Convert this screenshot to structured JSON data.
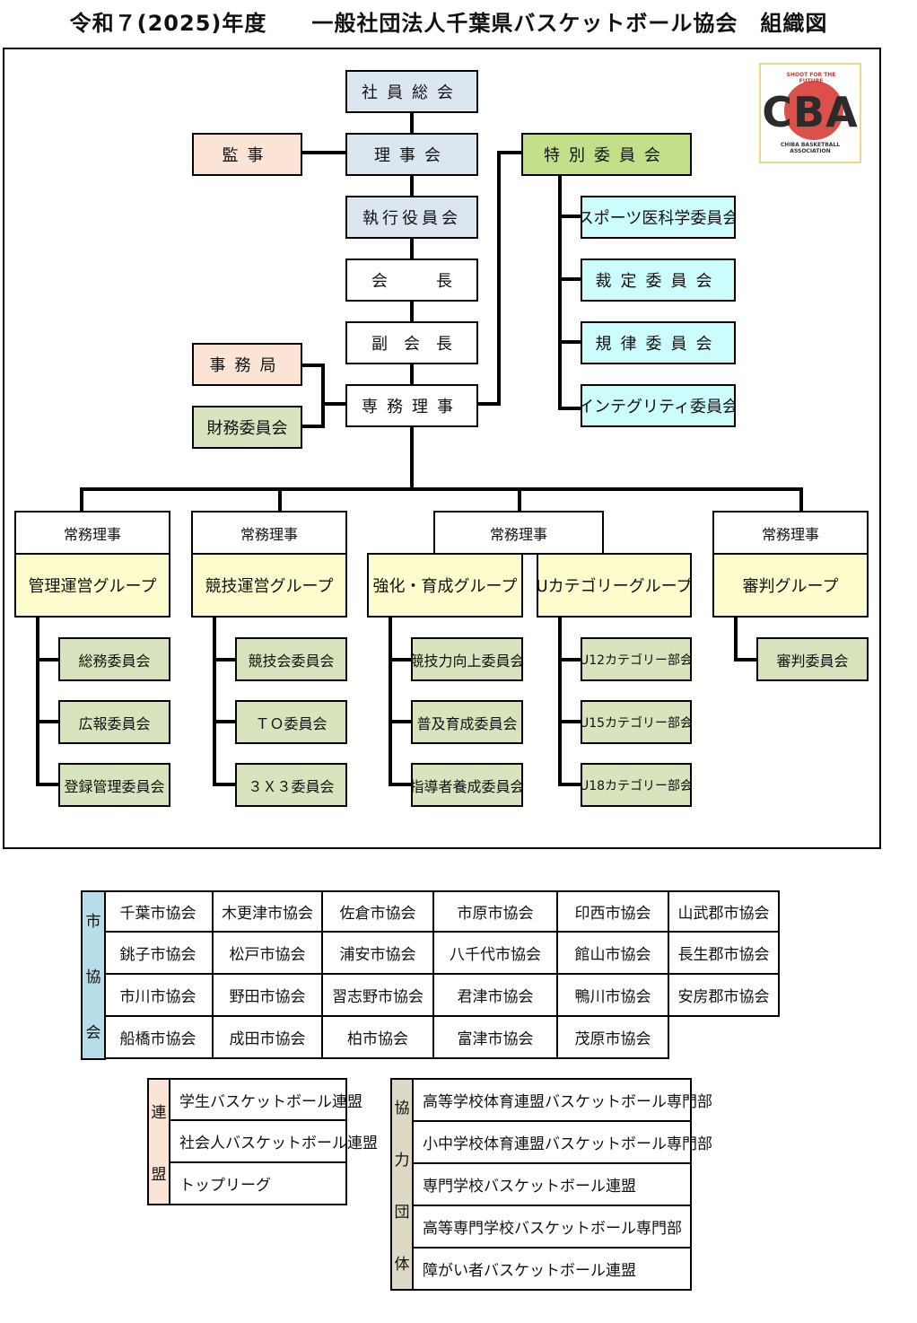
{
  "title": "令和７(2025)年度　　一般社団法人千葉県バスケットボール協会　組織図",
  "colors": {
    "blue": "#dce6f1",
    "peach": "#fbe4d5",
    "green": "#d7e4bd",
    "lime": "#c3df8a",
    "cyan": "#ccfcfc",
    "yellow": "#fdfccd"
  },
  "logo": {
    "letters": "CBA",
    "top_text": "SHOOT FOR THE FUTURE",
    "bottom_text": "CHIBA BASKETBALL ASSOCIATION"
  },
  "chart": {
    "shain_sokai": "社員総会",
    "riji_kai": "理事会",
    "kansa": "監事",
    "shikko": "執行役員会",
    "kaicho": "会　　　長",
    "fuku_kaicho": "副　会　長",
    "jimukyoku": "事務局",
    "zaimu": "財務委員会",
    "senmu": "専務理事",
    "tokubetsu": "特別委員会",
    "special_committees": [
      "スポーツ医科学委員会",
      "裁定委員会",
      "規律委員会",
      "インテグリティ委員会"
    ],
    "executive_label": "常務理事",
    "groups": [
      {
        "name": "管理運営グループ",
        "committees": [
          "総務委員会",
          "広報委員会",
          "登録管理委員会"
        ]
      },
      {
        "name": "競技運営グループ",
        "committees": [
          "競技会委員会",
          "ＴＯ委員会",
          "３Ｘ３委員会"
        ]
      },
      {
        "name": "強化・育成グループ",
        "committees": [
          "競技力向上委員会",
          "普及育成委員会",
          "指導者養成委員会"
        ]
      },
      {
        "name": "Uカテゴリーグループ",
        "committees": [
          "U12カテゴリー部会",
          "U15カテゴリー部会",
          "U18カテゴリー部会"
        ]
      },
      {
        "name": "審判グループ",
        "committees": [
          "審判委員会"
        ]
      }
    ]
  },
  "city_associations": {
    "label": [
      "市",
      "協",
      "会"
    ],
    "rows": [
      [
        "千葉市協会",
        "木更津市協会",
        "佐倉市協会",
        "市原市協会",
        "印西市協会",
        "山武郡市協会"
      ],
      [
        "銚子市協会",
        "松戸市協会",
        "浦安市協会",
        "八千代市協会",
        "館山市協会",
        "長生郡市協会"
      ],
      [
        "市川市協会",
        "野田市協会",
        "習志野市協会",
        "君津市協会",
        "鴨川市協会",
        "安房郡市協会"
      ],
      [
        "船橋市協会",
        "成田市協会",
        "柏市協会",
        "富津市協会",
        "茂原市協会"
      ]
    ]
  },
  "leagues": {
    "label": [
      "連",
      "盟"
    ],
    "items": [
      "学生バスケットボール連盟",
      "社会人バスケットボール連盟",
      "トップリーグ"
    ]
  },
  "cooperating": {
    "label": [
      "協",
      "力",
      "団",
      "体"
    ],
    "items": [
      "高等学校体育連盟バスケットボール専門部",
      "小中学校体育連盟バスケットボール専門部",
      "専門学校バスケットボール連盟",
      "高等専門学校バスケットボール専門部",
      "障がい者バスケットボール連盟"
    ]
  }
}
